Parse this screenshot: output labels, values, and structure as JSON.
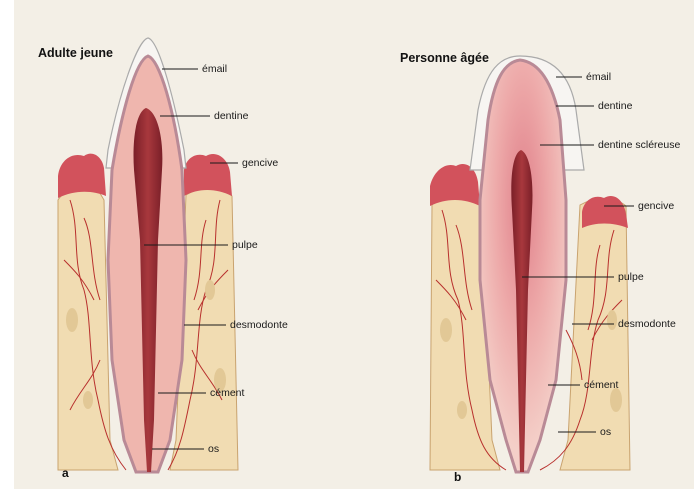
{
  "figure": {
    "panel_a": {
      "title": "Adulte jeune",
      "letter": "a",
      "labels": {
        "email": "émail",
        "dentine": "dentine",
        "gencive": "gencive",
        "pulpe": "pulpe",
        "desmodonte": "desmodonte",
        "cement": "cément",
        "os": "os"
      }
    },
    "panel_b": {
      "title": "Personne âgée",
      "letter": "b",
      "labels": {
        "email": "émail",
        "dentine": "dentine",
        "dentine_sclereuse": "dentine scléreuse",
        "gencive": "gencive",
        "pulpe": "pulpe",
        "desmodonte": "desmodonte",
        "cement": "cément",
        "os": "os"
      }
    }
  },
  "colors": {
    "background_page": "#f3efe6",
    "enamel": "#f7f5f2",
    "dentin": "#efb6ae",
    "pulp": "#8e2b31",
    "bone": "#f1dcb2",
    "gingiva": "#d2525c",
    "vessels": "#b8302d",
    "cementum": "#b98a96"
  }
}
